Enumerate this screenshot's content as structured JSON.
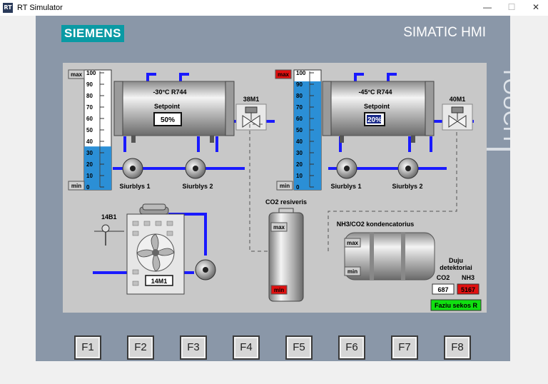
{
  "window": {
    "title": "RT Simulator",
    "icon_text": "RT",
    "min": "—",
    "max": "☐",
    "close": "✕"
  },
  "brand": "SIEMENS",
  "hmi_title": "SIMATIC HMI",
  "touch_label": "TOUCH",
  "left_unit": {
    "temp_label": "-30°C R744",
    "setpoint_label": "Setpoint",
    "setpoint_value": "50%",
    "valve": "38M1",
    "pump1": "Siurblys 1",
    "pump2": "Siurblys 2",
    "level_fraction": 0.38,
    "ticks": [
      "100",
      "90",
      "80",
      "70",
      "60",
      "50",
      "40",
      "30",
      "20",
      "10",
      "0"
    ],
    "max_label": "max",
    "min_label": "min"
  },
  "right_unit": {
    "temp_label": "-45°C R744",
    "setpoint_label": "Setpoint",
    "setpoint_value": "20%",
    "valve": "40M1",
    "pump1": "Siurblys 1",
    "pump2": "Siurblys 2",
    "level_fraction": 0.95,
    "ticks": [
      "100",
      "90",
      "80",
      "70",
      "60",
      "50",
      "40",
      "30",
      "20",
      "10",
      "0"
    ],
    "max_label": "max",
    "min_label": "min"
  },
  "condenser_area": {
    "sensor": "14B1",
    "fan_unit": "14M1"
  },
  "receiver": {
    "title": "CO2 resiveris",
    "max_label": "max",
    "min_label": "min"
  },
  "kondensator": {
    "title": "NH3/CO2 kondencatorius",
    "max_label": "max",
    "min_label": "min"
  },
  "gas": {
    "title_line1": "Duju",
    "title_line2": "detektoriai",
    "co2_label": "CO2",
    "nh3_label": "NH3",
    "co2_value": "687",
    "nh3_value": "5167"
  },
  "phase_button": "Faziu sekos R",
  "fkeys": [
    "F1",
    "F2",
    "F3",
    "F4",
    "F5",
    "F6",
    "F7",
    "F8"
  ],
  "colors": {
    "pipe": "#1a1aff",
    "tank_fill": "#2b8fd6",
    "alarm_red": "#e01010",
    "ok_green": "#10e010",
    "teal": "#0a9aa4"
  }
}
